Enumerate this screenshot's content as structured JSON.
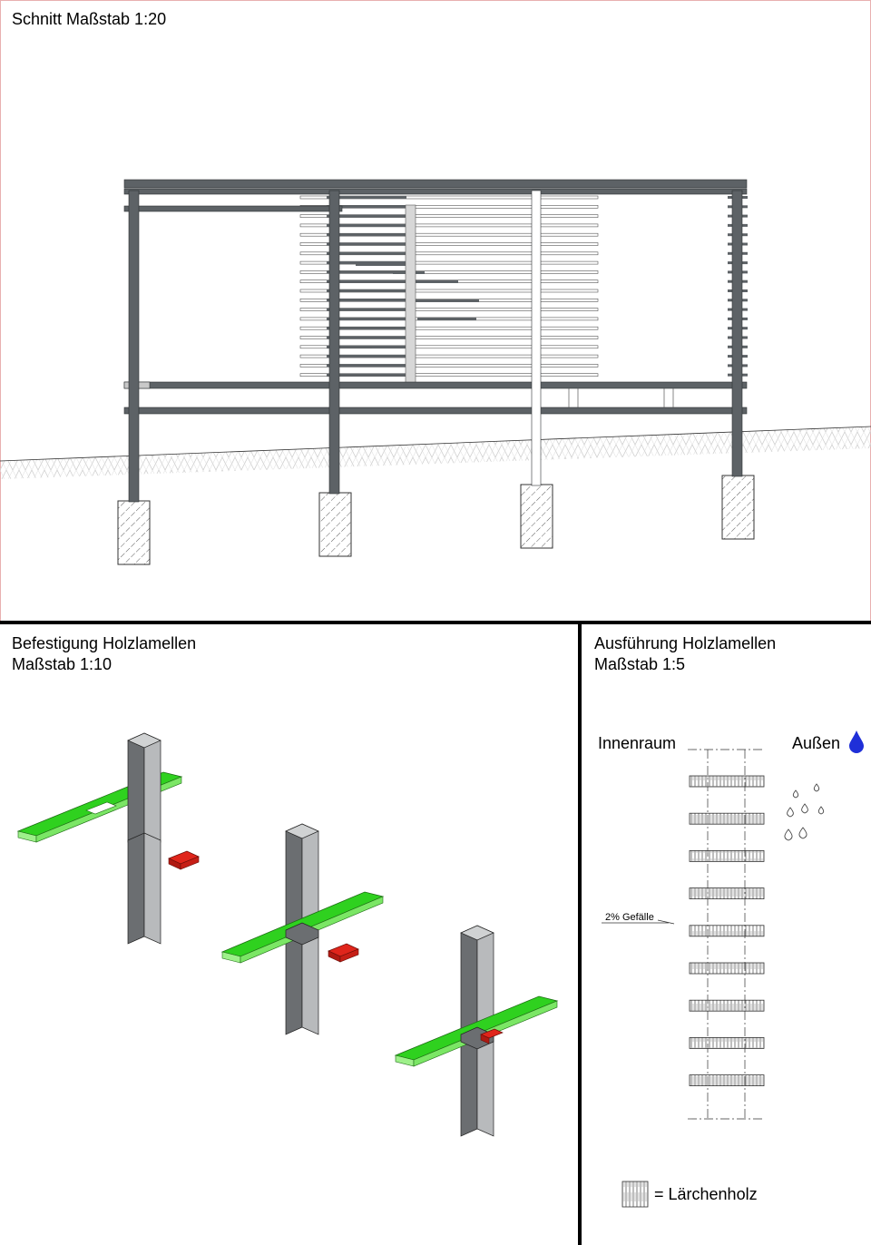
{
  "section": {
    "title": "Schnitt Maßstab 1:20"
  },
  "fastening": {
    "title_line1": "Befestigung Holzlamellen",
    "title_line2": "Maßstab 1:10"
  },
  "execution": {
    "title_line1": "Ausführung Holzlamellen",
    "title_line2": "Maßstab 1:5",
    "label_inside": "Innenraum",
    "label_outside": "Außen",
    "slope_label": "2% Gefälle",
    "legend_text": "= Lärchenholz"
  },
  "colors": {
    "steel": "#5d6266",
    "post_light": "#b8babc",
    "post_dark": "#6b6e71",
    "board_top": "#2fd11f",
    "board_edge": "#9ef08a",
    "clip": "#e0251b",
    "rain_drop": "#1f2fd8"
  }
}
